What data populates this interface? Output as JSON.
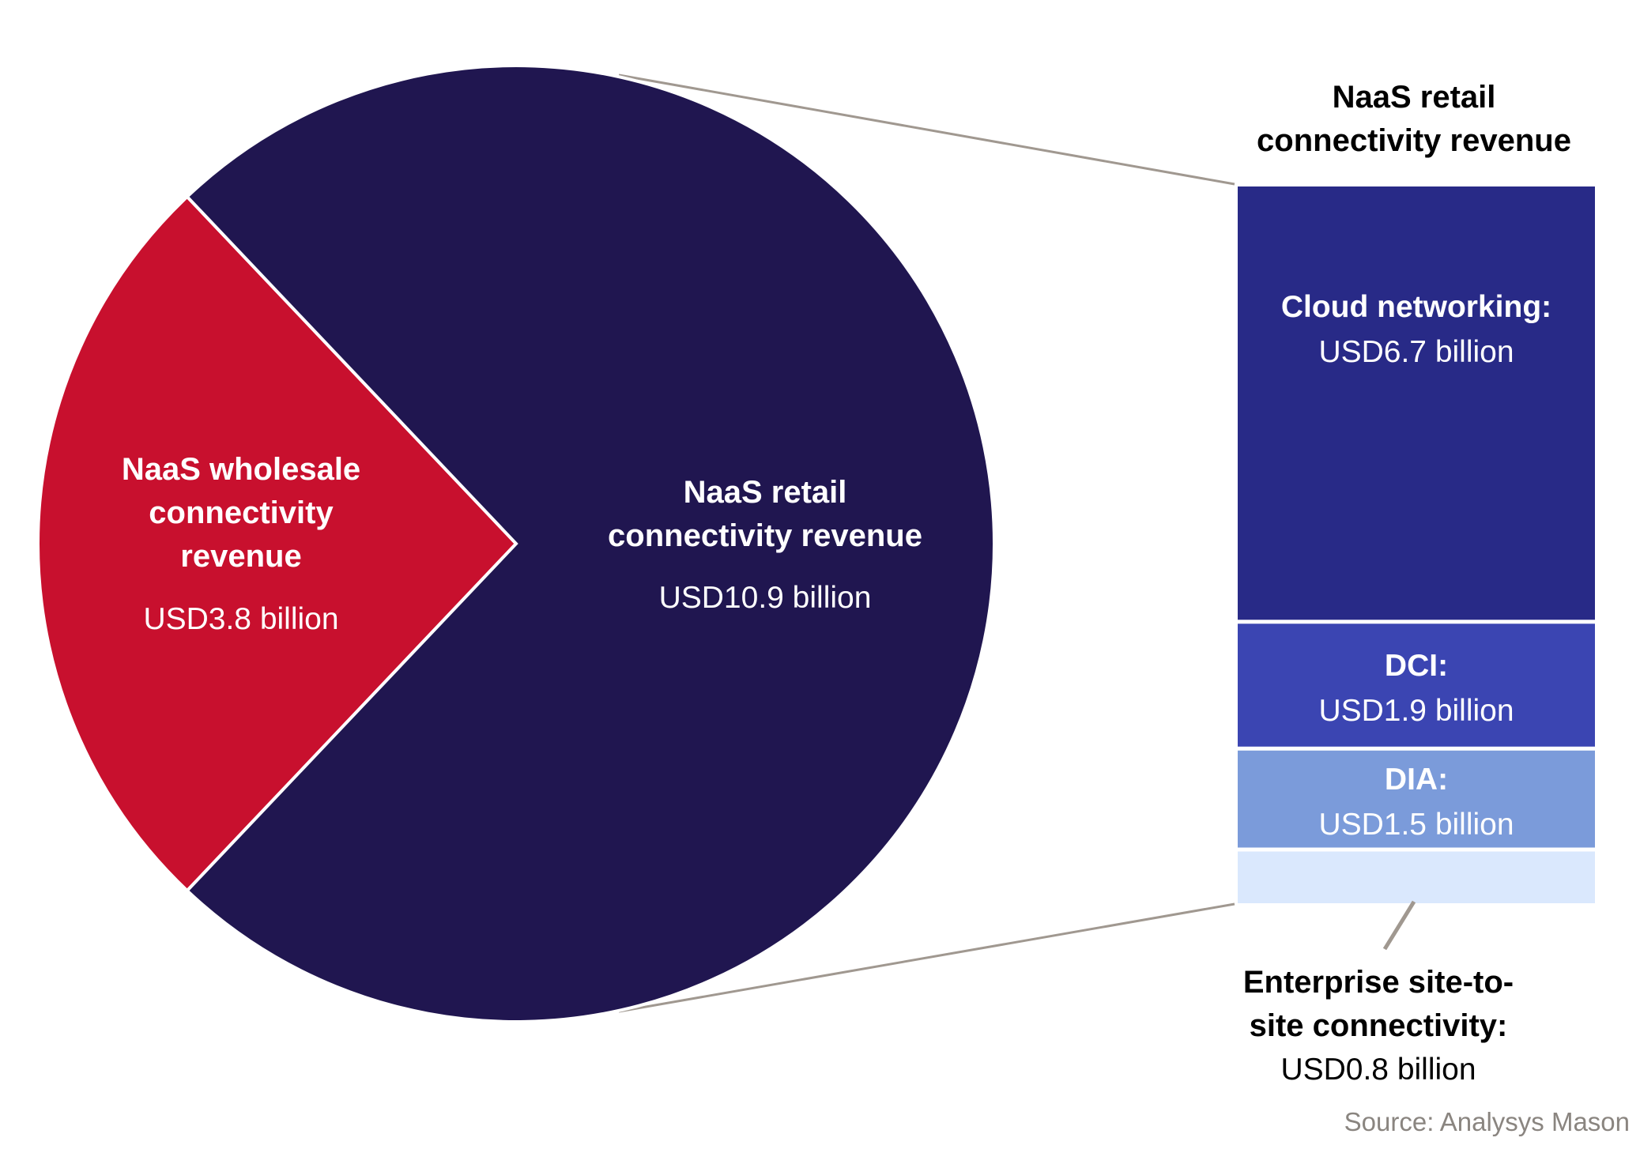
{
  "chart_data": {
    "type": "bar-of-pie",
    "pie": {
      "slices": [
        {
          "label_lines": [
            "NaaS wholesale",
            "connectivity",
            "revenue"
          ],
          "value_text": "USD3.8 billion",
          "value": 3.8,
          "color": "#c8102e"
        },
        {
          "label_lines": [
            "NaaS retail",
            "connectivity revenue"
          ],
          "value_text": "USD10.9 billion",
          "value": 10.9,
          "color": "#201650"
        }
      ],
      "expanded_slice_index": 1
    },
    "bar": {
      "title_lines": [
        "NaaS retail",
        "connectivity revenue"
      ],
      "segments": [
        {
          "label": "Cloud networking:",
          "value_text": "USD6.7 billion",
          "value": 6.7,
          "color": "#282a87",
          "text_color": "#ffffff"
        },
        {
          "label": "DCI:",
          "value_text": "USD1.9 billion",
          "value": 1.9,
          "color": "#3b45b2",
          "text_color": "#ffffff"
        },
        {
          "label": "DIA:",
          "value_text": "USD1.5 billion",
          "value": 1.5,
          "color": "#7b9bda",
          "text_color": "#ffffff"
        },
        {
          "label_lines": [
            "Enterprise site-to-",
            "site connectivity:"
          ],
          "value_text": "USD0.8 billion",
          "value": 0.8,
          "color": "#dae8fd",
          "text_color": "#000000"
        }
      ]
    },
    "connector_color": "#a09890",
    "source": "Source: Analysys Mason"
  }
}
